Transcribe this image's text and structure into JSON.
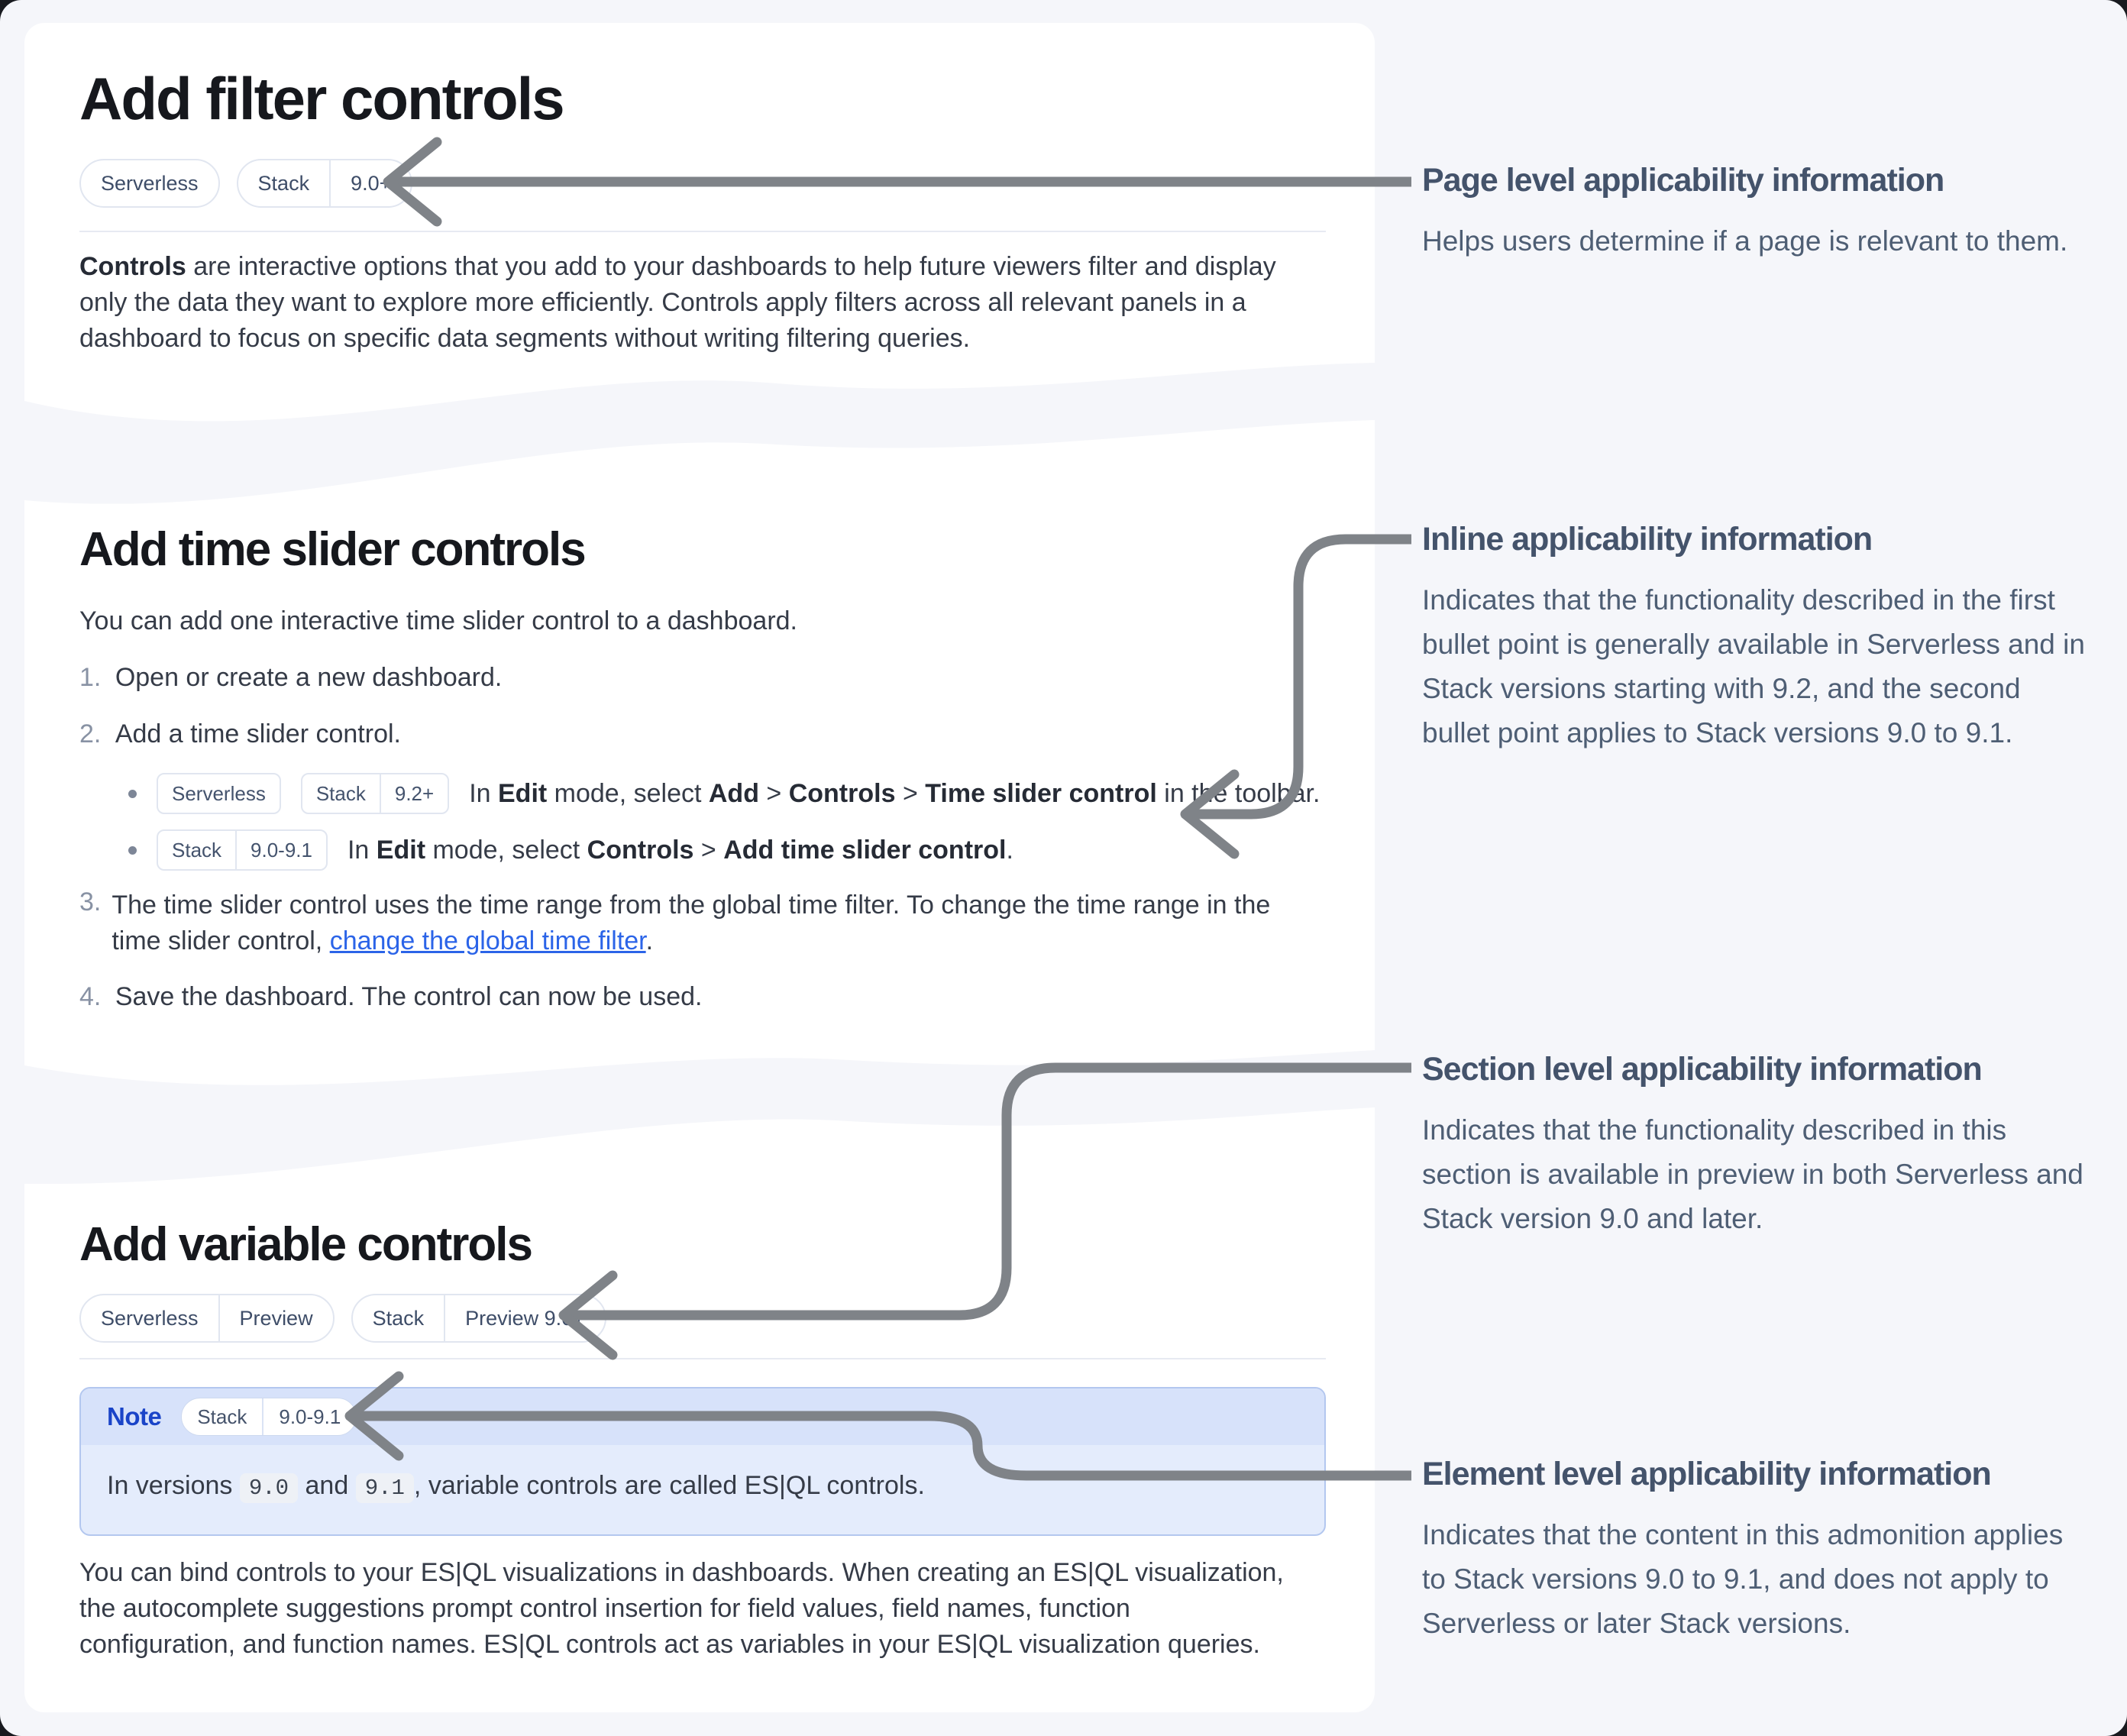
{
  "page": {
    "background": "#f5f6fa",
    "card_background": "#ffffff",
    "arrow_color": "#7f8388",
    "accent_blue": "#1a44c8",
    "link_color": "#2b64e8"
  },
  "card1": {
    "title": "Add filter controls",
    "badge1": {
      "s1": "Serverless"
    },
    "badge2": {
      "s1": "Stack",
      "s2": "9.0+"
    },
    "paragraph": {
      "bold": "Controls",
      "rest": " are interactive options that you add to your dashboards to help future viewers filter and display only the data they want to explore more efficiently. Controls apply filters across all relevant panels in a dashboard to focus on specific data segments without writing filtering queries."
    }
  },
  "card2": {
    "title": "Add time slider controls",
    "intro": "You can add one interactive time slider control to a dashboard.",
    "markers": {
      "m1": "1.",
      "m2": "2.",
      "m3": "3.",
      "m4": "4."
    },
    "step1": "Open or create a new dashboard.",
    "step2": "Add a time slider control.",
    "bullet1": {
      "badge1": {
        "s1": "Serverless"
      },
      "badge2": {
        "s1": "Stack",
        "s2": "9.2+"
      },
      "t1": "In ",
      "b1": "Edit",
      "t2": " mode, select ",
      "b2": "Add",
      "t3": " > ",
      "b3": "Controls",
      "t4": " > ",
      "b4": "Time slider control",
      "t5": " in the toolbar."
    },
    "bullet2": {
      "badge1": {
        "s1": "Stack",
        "s2": "9.0-9.1"
      },
      "t1": "In ",
      "b1": "Edit",
      "t2": " mode, select ",
      "b2": "Controls",
      "t3": " > ",
      "b3": "Add time slider control",
      "t4": "."
    },
    "step3": {
      "t1": "The time slider control uses the time range from the global time filter. To change the time range in the time slider control, ",
      "link": "change the global time filter",
      "t2": "."
    },
    "step4": "Save the dashboard. The control can now be used."
  },
  "card3": {
    "title": "Add variable controls",
    "badge1": {
      "s1": "Serverless",
      "s2": "Preview"
    },
    "badge2": {
      "s1": "Stack",
      "s2": "Preview 9.0+"
    },
    "note": {
      "label": "Note",
      "badge": {
        "s1": "Stack",
        "s2": "9.0-9.1"
      },
      "t1": "In versions ",
      "code1": "9.0",
      "t2": " and ",
      "code2": "9.1",
      "t3": ", variable controls are called ES|QL controls."
    },
    "paragraph": "You can bind controls to your ES|QL visualizations in dashboards. When creating an ES|QL visualization, the autocomplete suggestions prompt control insertion for field values, field names, function configuration, and function names. ES|QL controls act as variables in your ES|QL visualization queries."
  },
  "annotations": [
    {
      "title": "Page level applicability information",
      "body": "Helps users determine if a page is relevant to them."
    },
    {
      "title": "Inline applicability information",
      "body": "Indicates that the functionality described in the first bullet point is generally available in Serverless and in Stack versions starting with 9.2, and the second bullet point applies to Stack versions 9.0 to 9.1."
    },
    {
      "title": "Section level applicability information",
      "body": "Indicates that the functionality described in this section is available in preview in both Serverless and Stack version 9.0 and later."
    },
    {
      "title": "Element level applicability information",
      "body": "Indicates that the content in this admonition applies to Stack versions 9.0 to 9.1, and does not apply to Serverless or later Stack versions."
    }
  ]
}
